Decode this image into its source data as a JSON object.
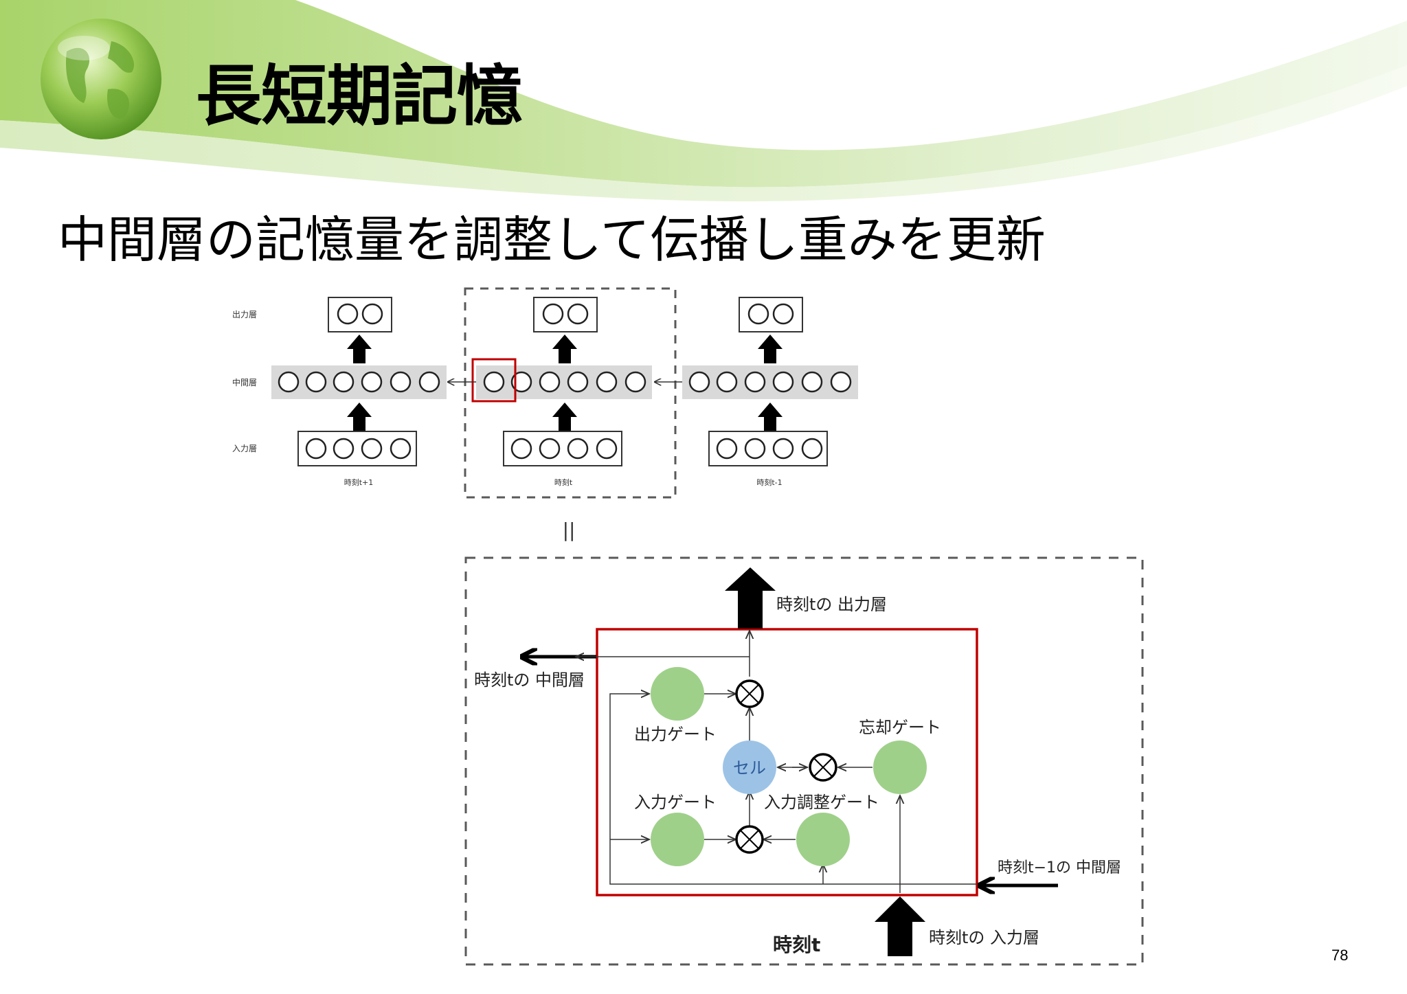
{
  "slide": {
    "title": "長短期記憶",
    "subtitle": "中間層の記憶量を調整して伝播し重みを更新",
    "page_number": "78"
  },
  "unrolled_rnn": {
    "row_labels": {
      "output": "出力層",
      "hidden": "中間層",
      "input": "入力層"
    },
    "time_steps": [
      {
        "label": "時刻t+1"
      },
      {
        "label": "時刻t"
      },
      {
        "label": "時刻t-1"
      }
    ],
    "equals_sign": "||"
  },
  "lstm_cell": {
    "time_label": "時刻t",
    "output_layer_label": "時刻tの 出力層",
    "hidden_out_label": "時刻tの 中間層",
    "hidden_in_label": "時刻t−1の 中間層",
    "input_layer_label": "時刻tの 入力層",
    "cell_label": "セル",
    "gates": {
      "output_gate": "出力ゲート",
      "forget_gate": "忘却ゲート",
      "input_gate": "入力ゲート",
      "input_modulation_gate": "入力調整ゲート"
    }
  },
  "colors": {
    "gate_green": "#9fd08a",
    "cell_blue": "#9cc3e6",
    "highlight_red": "#c00000",
    "band_gray": "#d9d9d9",
    "dash_gray": "#595959",
    "header_green": "#8cc63f"
  },
  "icons": {
    "logo": "globe-icon",
    "multiply": "multiply-circle-icon"
  }
}
